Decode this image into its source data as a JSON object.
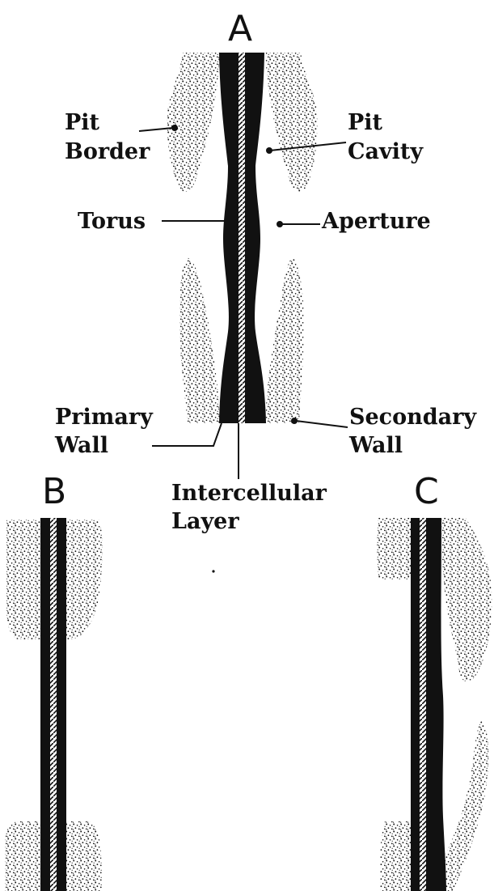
{
  "panels": {
    "a": "A",
    "b": "B",
    "c": "C"
  },
  "labels": {
    "pit": "Pit",
    "border": "Border",
    "pit_cavity_line1": "Pit",
    "pit_cavity_line2": "Cavity",
    "torus": "Torus",
    "aperture": "Aperture",
    "primary": "Primary",
    "primary_wall": "Wall",
    "secondary": "Secondary",
    "secondary_wall": "Wall",
    "intercellular": "Intercellular",
    "layer": "Layer"
  },
  "colors": {
    "ink": "#111111",
    "background": "#ffffff"
  }
}
